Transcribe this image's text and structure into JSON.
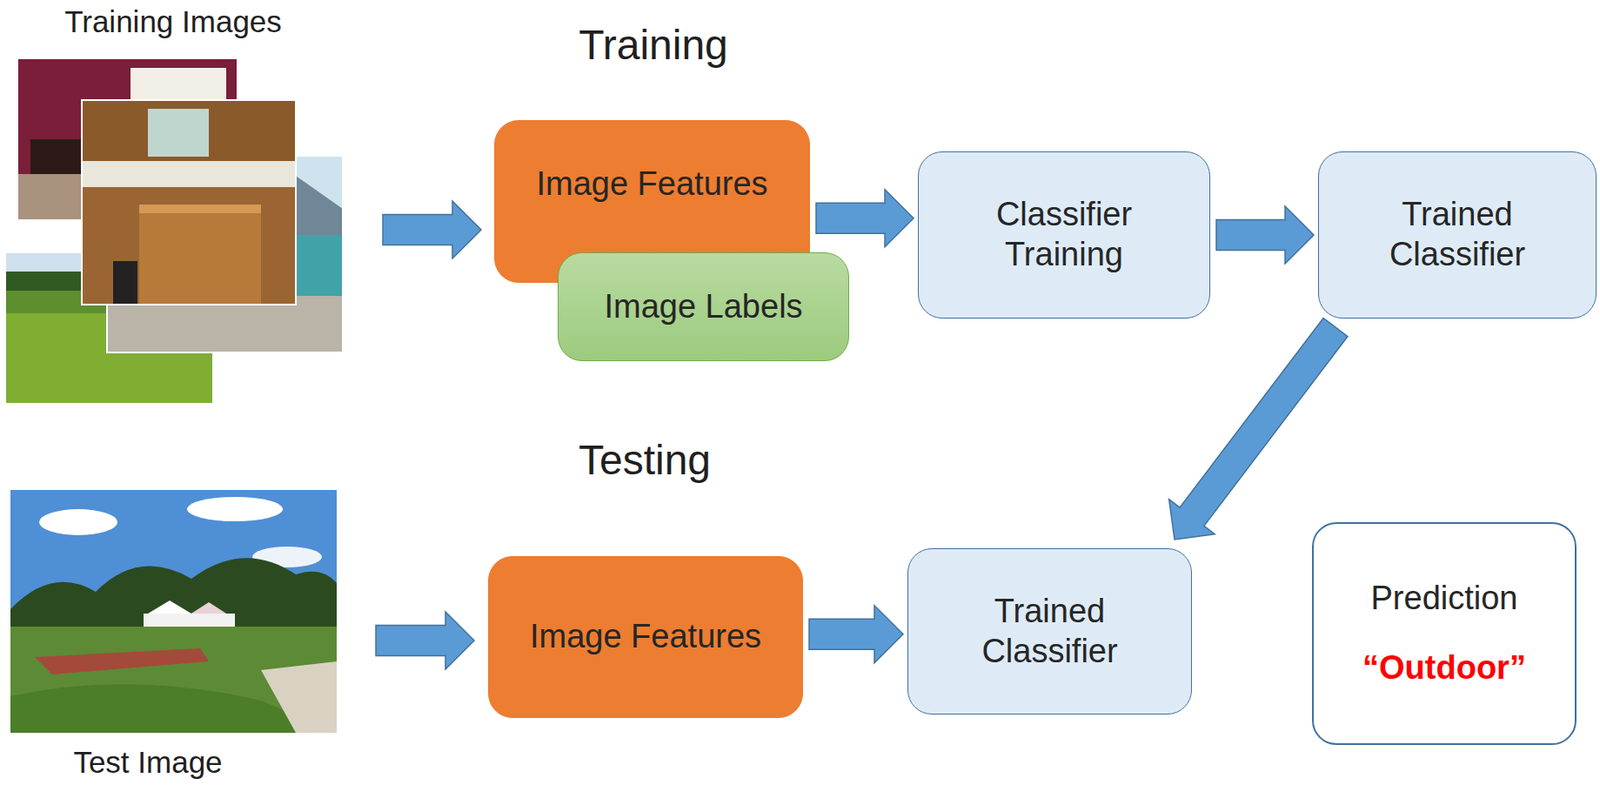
{
  "diagram": {
    "nodes": [
      {
        "text": [
          "Image Features"
        ]
      },
      {
        "text": [
          "Image Labels"
        ]
      },
      {
        "text": [
          "Classifier Training"
        ]
      },
      {
        "text": [
          "Trained Classifier"
        ]
      },
      {
        "text": [
          "Image Features"
        ]
      },
      {
        "text": [
          "Trained Classifier"
        ]
      },
      {
        "text": [
          "Prediction",
          "“Outdoor”"
        ]
      }
    ],
    "edges": [
      {
        "from": 0,
        "to": 2,
        "arrow": "to"
      },
      {
        "from": 2,
        "to": 3,
        "arrow": "to"
      },
      {
        "from": 3,
        "to": 5,
        "arrow": "to"
      },
      {
        "from": 4,
        "to": 5,
        "arrow": "to"
      }
    ],
    "labels": [
      "Training Images",
      "Training",
      "Testing",
      "Test Image"
    ]
  }
}
